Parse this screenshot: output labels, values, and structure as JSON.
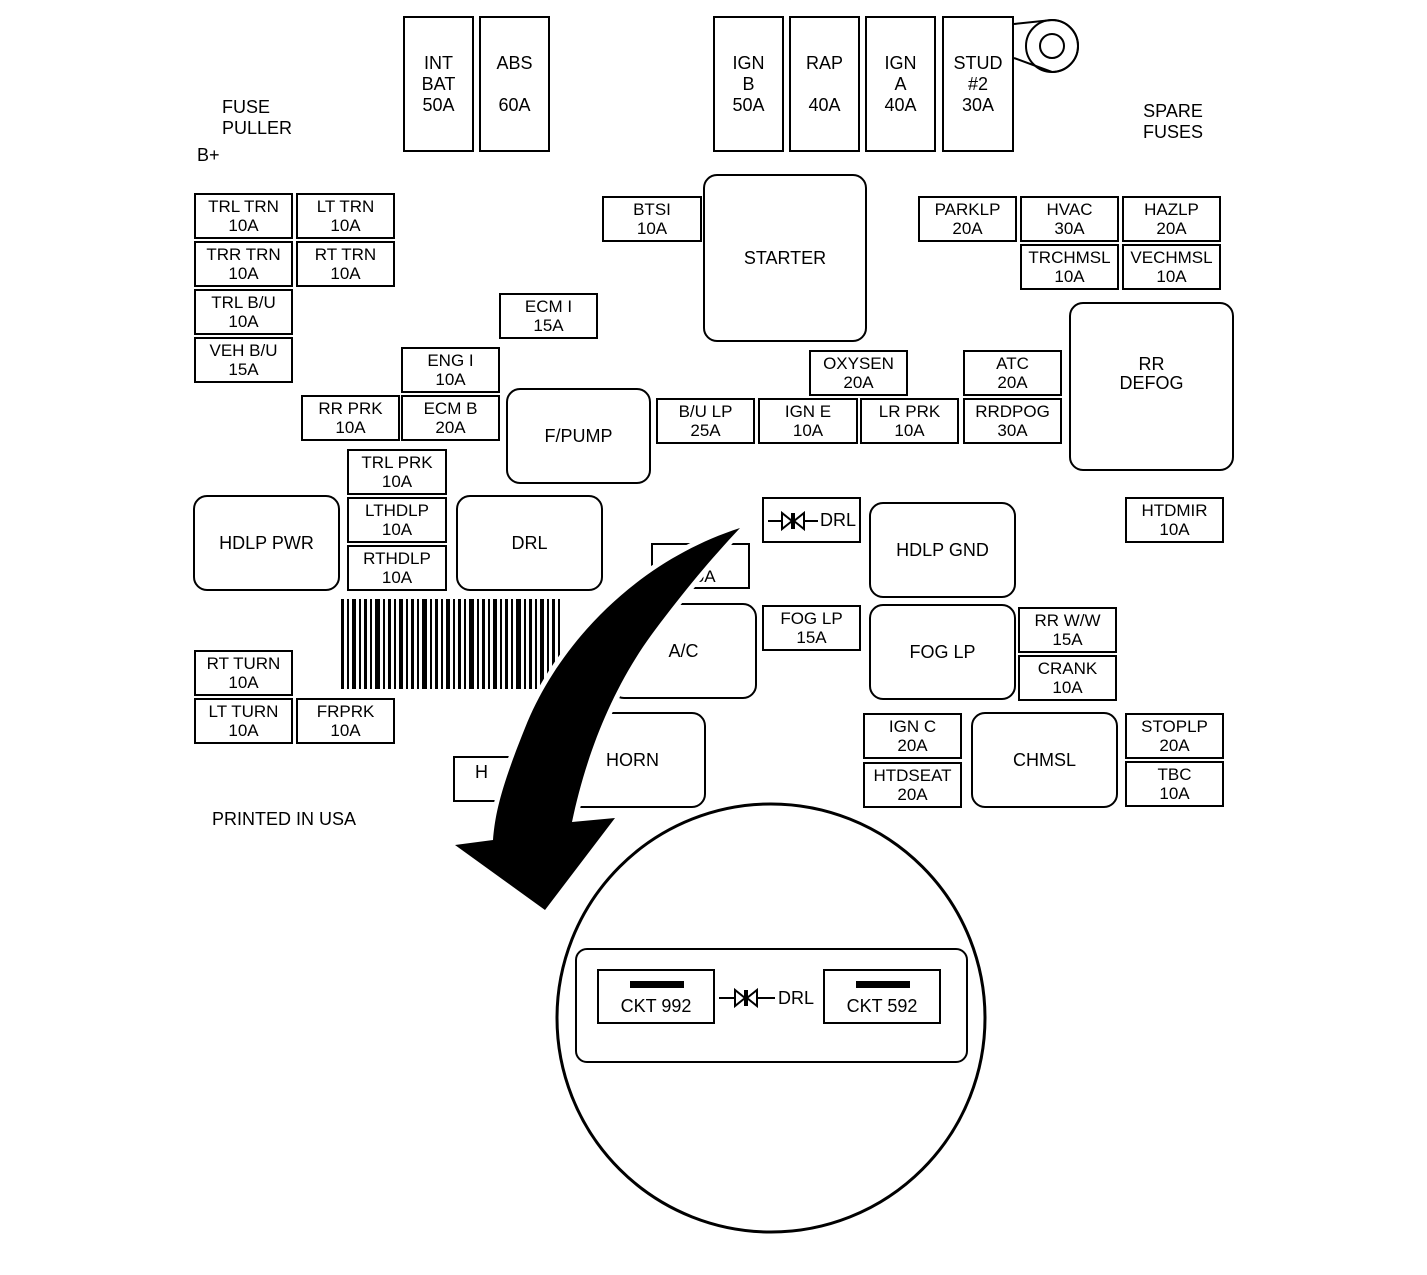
{
  "labels": {
    "fuse_puller": [
      "FUSE",
      "PULLER"
    ],
    "b_plus": "B+",
    "spare_fuses": [
      "SPARE",
      "FUSES"
    ],
    "printed": "PRINTED IN USA"
  },
  "maxi_fuses": [
    {
      "lines": [
        "INT",
        "BAT",
        "50A"
      ]
    },
    {
      "lines": [
        "ABS",
        "",
        "60A"
      ]
    },
    {
      "lines": [
        "IGN",
        "B",
        "50A"
      ]
    },
    {
      "lines": [
        "RAP",
        "",
        "40A"
      ]
    },
    {
      "lines": [
        "IGN",
        "A",
        "40A"
      ]
    },
    {
      "lines": [
        "STUD",
        "#2",
        "30A"
      ]
    }
  ],
  "fuses": [
    {
      "id": "trl-trn",
      "name": "TRL TRN",
      "amp": "10A"
    },
    {
      "id": "lt-trn",
      "name": "LT TRN",
      "amp": "10A"
    },
    {
      "id": "trr-trn",
      "name": "TRR TRN",
      "amp": "10A"
    },
    {
      "id": "rt-trn",
      "name": "RT TRN",
      "amp": "10A"
    },
    {
      "id": "trl-bu",
      "name": "TRL B/U",
      "amp": "10A"
    },
    {
      "id": "veh-bu",
      "name": "VEH B/U",
      "amp": "15A"
    },
    {
      "id": "btsi",
      "name": "BTSI",
      "amp": "10A"
    },
    {
      "id": "ecm-i",
      "name": "ECM I",
      "amp": "15A"
    },
    {
      "id": "eng-i",
      "name": "ENG I",
      "amp": "10A"
    },
    {
      "id": "rr-prk",
      "name": "RR PRK",
      "amp": "10A"
    },
    {
      "id": "ecm-b",
      "name": "ECM B",
      "amp": "20A"
    },
    {
      "id": "trl-prk",
      "name": "TRL PRK",
      "amp": "10A"
    },
    {
      "id": "lthdlp",
      "name": "LTHDLP",
      "amp": "10A"
    },
    {
      "id": "rthdlp",
      "name": "RTHDLP",
      "amp": "10A"
    },
    {
      "id": "parklp",
      "name": "PARKLP",
      "amp": "20A"
    },
    {
      "id": "hvac",
      "name": "HVAC",
      "amp": "30A"
    },
    {
      "id": "hazlp",
      "name": "HAZLP",
      "amp": "20A"
    },
    {
      "id": "trchmsl",
      "name": "TRCHMSL",
      "amp": "10A"
    },
    {
      "id": "vechmsl",
      "name": "VECHMSL",
      "amp": "10A"
    },
    {
      "id": "oxysen",
      "name": "OXYSEN",
      "amp": "20A"
    },
    {
      "id": "atc",
      "name": "ATC",
      "amp": "20A"
    },
    {
      "id": "bu-lp",
      "name": "B/U LP",
      "amp": "25A"
    },
    {
      "id": "ign-e",
      "name": "IGN E",
      "amp": "10A"
    },
    {
      "id": "lr-prk",
      "name": "LR PRK",
      "amp": "10A"
    },
    {
      "id": "rrdpog",
      "name": "RRDPOG",
      "amp": "30A"
    },
    {
      "id": "htdmir",
      "name": "HTDMIR",
      "amp": "10A"
    },
    {
      "id": "partial",
      "name": "",
      "amp": "10A"
    },
    {
      "id": "fog-lp-fuse",
      "name": "FOG LP",
      "amp": "15A"
    },
    {
      "id": "rr-ww",
      "name": "RR W/W",
      "amp": "15A"
    },
    {
      "id": "crank",
      "name": "CRANK",
      "amp": "10A"
    },
    {
      "id": "rt-turn",
      "name": "RT TURN",
      "amp": "10A"
    },
    {
      "id": "lt-turn",
      "name": "LT TURN",
      "amp": "10A"
    },
    {
      "id": "frprk",
      "name": "FRPRK",
      "amp": "10A"
    },
    {
      "id": "ign-c",
      "name": "IGN C",
      "amp": "20A"
    },
    {
      "id": "htdseat",
      "name": "HTDSEAT",
      "amp": "20A"
    },
    {
      "id": "stoplp",
      "name": "STOPLP",
      "amp": "20A"
    },
    {
      "id": "tbc",
      "name": "TBC",
      "amp": "10A"
    }
  ],
  "relays": {
    "starter": "STARTER",
    "rr_defog": [
      "RR",
      "DEFOG"
    ],
    "fpump": "F/PUMP",
    "hdlp_pwr": "HDLP PWR",
    "drl": "DRL",
    "hdlp_gnd": "HDLP GND",
    "ac": "A/C",
    "fog_lp": "FOG LP",
    "horn": "HORN",
    "chmsl": "CHMSL",
    "partial_h": "H"
  },
  "drl_diode_label": "DRL",
  "detail": {
    "left_ckt": "CKT 992",
    "right_ckt": "CKT 592",
    "diode_label": "DRL"
  }
}
